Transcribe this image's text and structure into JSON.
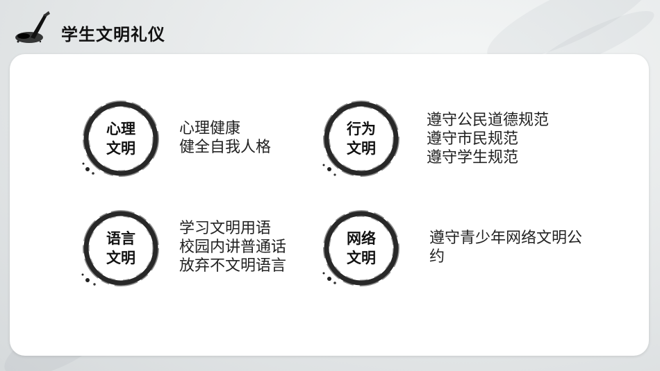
{
  "header": {
    "title": "学生文明礼仪"
  },
  "items": [
    {
      "label_line1": "心理",
      "label_line2": "文明",
      "lines": [
        "心理健康",
        "健全自我人格"
      ]
    },
    {
      "label_line1": "行为",
      "label_line2": "文明",
      "lines": [
        "遵守公民道德规范",
        "遵守市民规范",
        "遵守学生规范"
      ]
    },
    {
      "label_line1": "语言",
      "label_line2": "文明",
      "lines": [
        "学习文明用语",
        "校园内讲普通话",
        "放弃不文明语言"
      ]
    },
    {
      "label_line1": "网络",
      "label_line2": "文明",
      "text": "遵守青少年网络文明公约"
    }
  ],
  "colors": {
    "ink": "#111111",
    "card": "#ffffff",
    "background": "#e3e6e7"
  }
}
